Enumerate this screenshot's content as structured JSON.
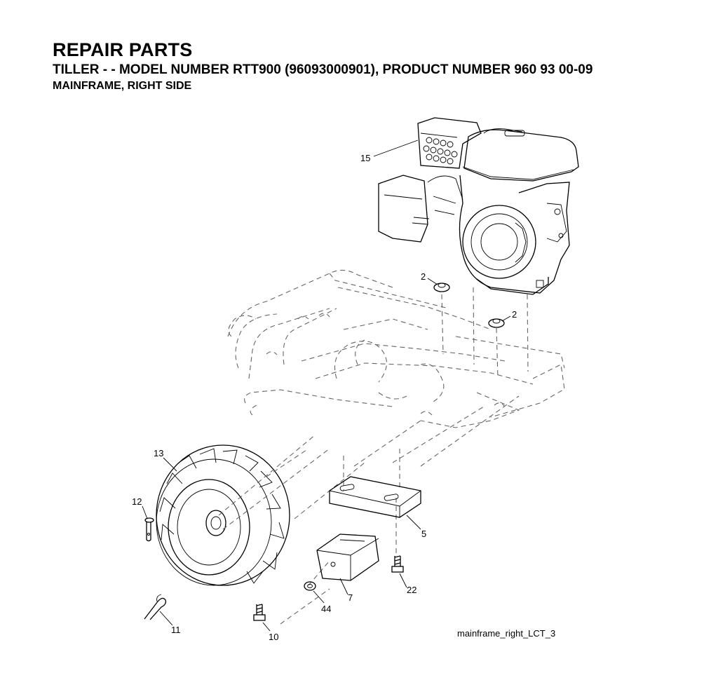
{
  "header": {
    "title": "REPAIR PARTS",
    "subtitle": "TILLER - - MODEL NUMBER RTT900 (96093000901), PRODUCT NUMBER 960 93 00-09",
    "section": "MAINFRAME, RIGHT SIDE"
  },
  "callouts": {
    "c15": "15",
    "c2a": "2",
    "c2b": "2",
    "c13": "13",
    "c12": "12",
    "c5": "5",
    "c22": "22",
    "c7": "7",
    "c44": "44",
    "c10": "10",
    "c11": "11"
  },
  "reference_code": "mainframe_right_LCT_3"
}
